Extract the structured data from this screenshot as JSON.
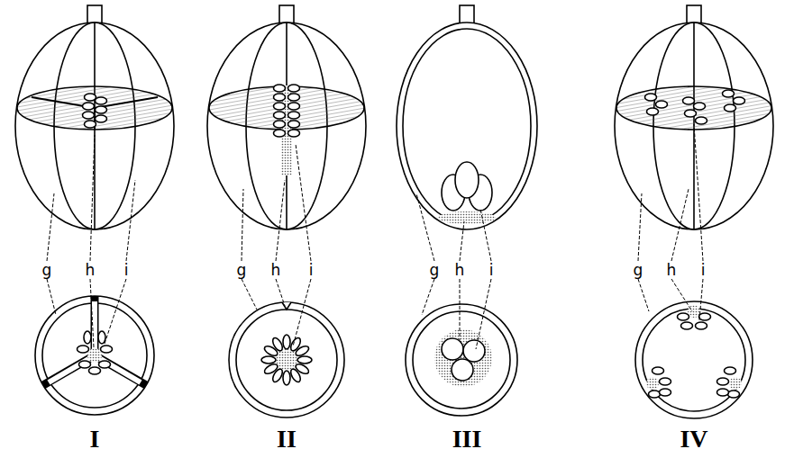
{
  "diagram": {
    "labels": [
      "g",
      "h",
      "i",
      "g",
      "h",
      "i",
      "g",
      "h",
      "i",
      "g",
      "h",
      "i",
      "I",
      "II",
      "III",
      "IV"
    ]
  }
}
